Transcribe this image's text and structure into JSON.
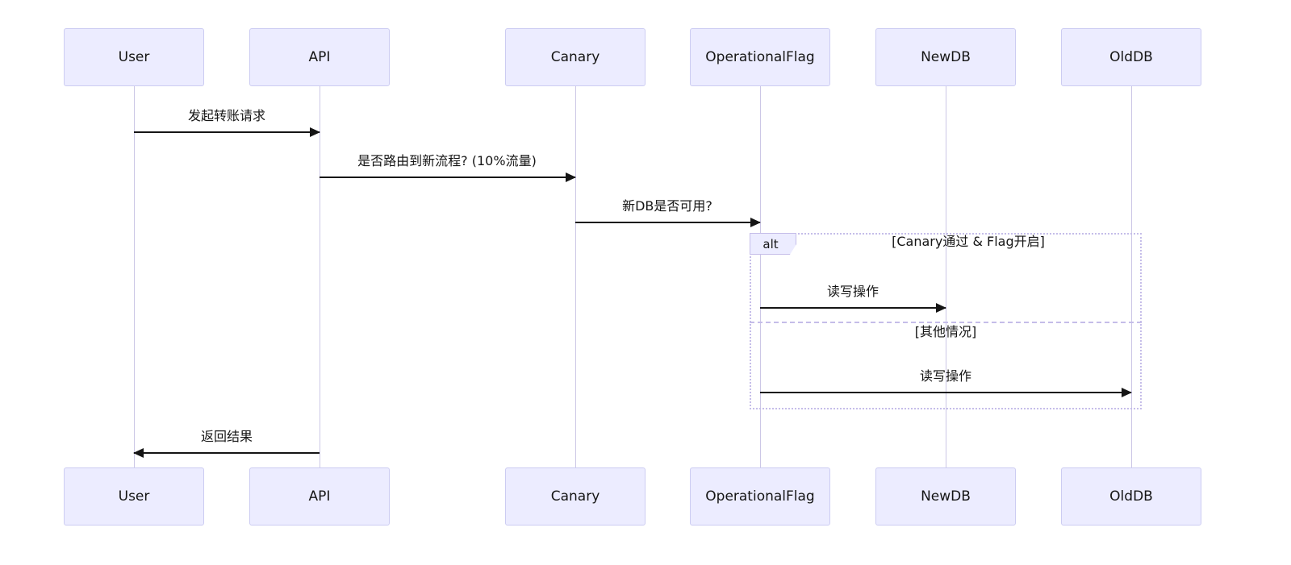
{
  "colors": {
    "background": "#ffffff",
    "actor_fill": "#ececff",
    "actor_border": "#ccccf2",
    "lifeline": "#ccc7e6",
    "arrow": "#151515",
    "text": "#151515",
    "frame_border": "#c5bde9",
    "tab_fill": "#ececff"
  },
  "actors": [
    {
      "name": "User"
    },
    {
      "name": "API"
    },
    {
      "name": "Canary"
    },
    {
      "name": "OperationalFlag"
    },
    {
      "name": "NewDB"
    },
    {
      "name": "OldDB"
    }
  ],
  "messages": [
    {
      "from": "User",
      "to": "API",
      "label": "发起转账请求",
      "line": "solid",
      "direction": "right"
    },
    {
      "from": "API",
      "to": "Canary",
      "label": "是否路由到新流程? (10%流量)",
      "line": "solid",
      "direction": "right"
    },
    {
      "from": "Canary",
      "to": "OperationalFlag",
      "label": "新DB是否可用?",
      "line": "solid",
      "direction": "right"
    },
    {
      "from": "OperationalFlag",
      "to": "NewDB",
      "label": "读写操作",
      "line": "solid",
      "direction": "right",
      "branch": "alt-if"
    },
    {
      "from": "OperationalFlag",
      "to": "OldDB",
      "label": "读写操作",
      "line": "solid",
      "direction": "right",
      "branch": "alt-else"
    },
    {
      "from": "API",
      "to": "User",
      "label": "返回结果",
      "line": "solid",
      "direction": "left"
    }
  ],
  "alt_block": {
    "operator": "alt",
    "if_condition": "[Canary通过 & Flag开启]",
    "else_condition": "[其他情况]"
  }
}
